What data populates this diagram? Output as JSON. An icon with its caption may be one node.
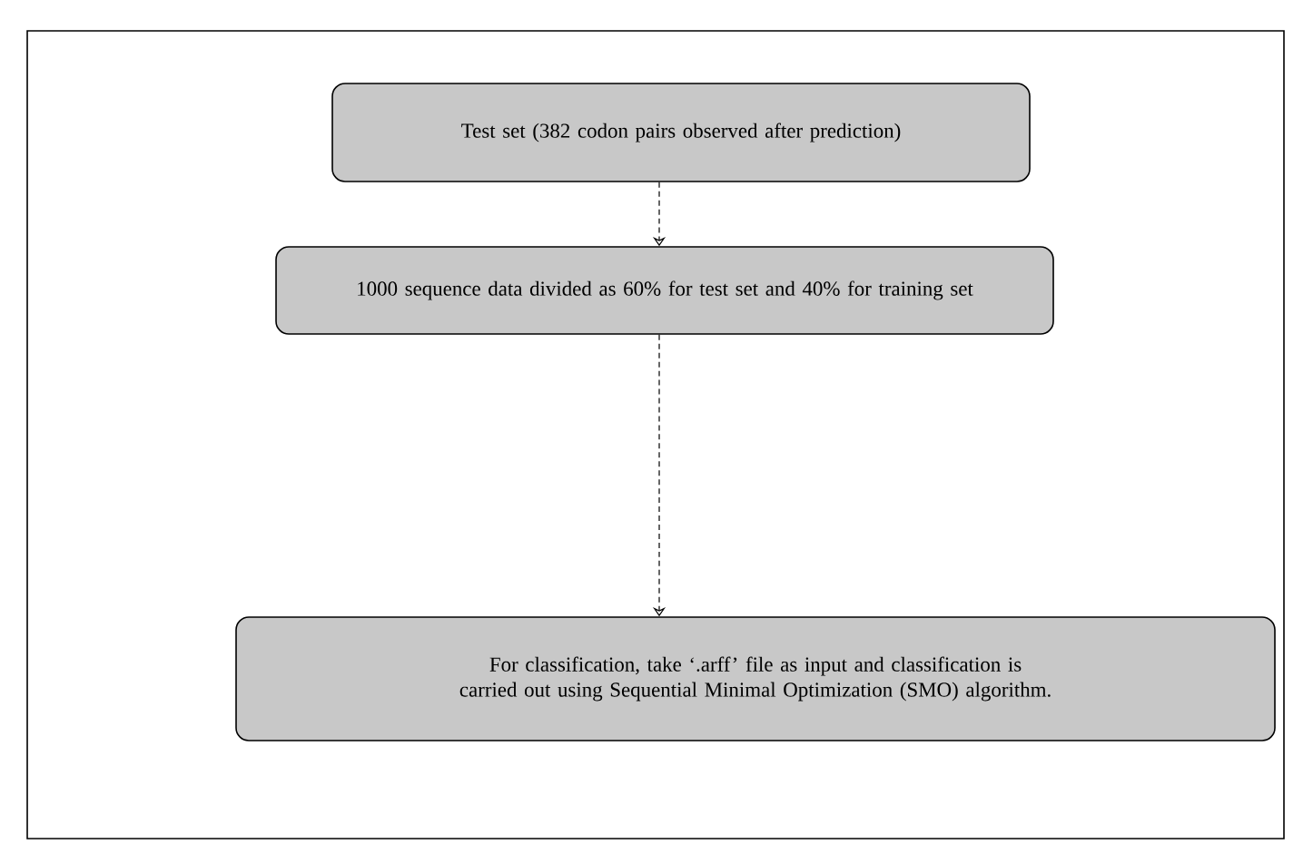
{
  "diagram": {
    "nodes": [
      {
        "text": [
          "Test set (382 codon pairs observed after prediction)"
        ]
      },
      {
        "text": [
          "1000 sequence data divided as 60% for test set and 40% for training set"
        ]
      },
      {
        "text": [
          "For classification, take ‘.arff’ file as input and classification is carried out using Sequential Minimal Optimization (SMO) algorithm."
        ]
      }
    ],
    "edges": [
      {
        "from": 0,
        "to": 1,
        "arrow": "to",
        "style": "dashed"
      },
      {
        "from": 1,
        "to": 2,
        "arrow": "to",
        "style": "dashed"
      }
    ]
  }
}
